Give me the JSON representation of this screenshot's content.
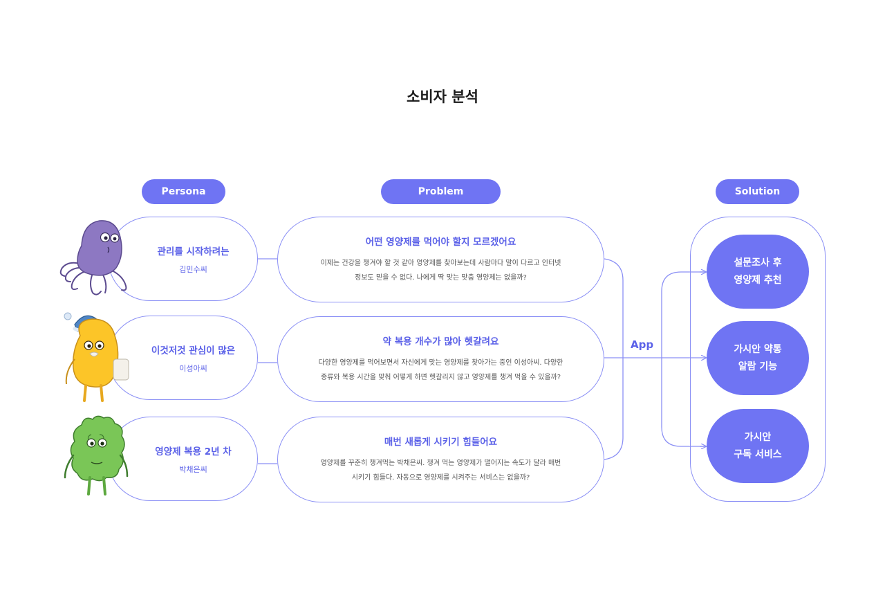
{
  "page_title": "소비자 분석",
  "columns": {
    "persona": "Persona",
    "problem": "Problem",
    "solution": "Solution"
  },
  "personas": [
    {
      "title": "관리를 시작하려는",
      "name": "김민수씨",
      "character": "purple-blob-character",
      "color": "#8d78c2"
    },
    {
      "title": "이것저것 관심이 많은",
      "name": "이성아씨",
      "character": "yellow-nightcap-character",
      "color": "#fcc528"
    },
    {
      "title": "영양제 복용 2년 차",
      "name": "박채은씨",
      "character": "green-fuzzy-character",
      "color": "#7ac657"
    }
  ],
  "problems": [
    {
      "title": "어떤 영양제를 먹어야 할지 모르겠어요",
      "line1": "이제는 건강을 챙겨야 할 것 같아 영양제를 찾아보는데 사람마다 말이 다르고 인터넷",
      "line2": "정보도 믿을 수 없다. 나에게 딱 맞는 맞춤 영양제는 없을까?"
    },
    {
      "title": "약 복용 개수가 많아 헷갈려요",
      "line1": "다양한 영양제를 먹어보면서 자신에게 맞는 영양제를 찾아가는 중인 이성아씨. 다양한",
      "line2": "종류와 복용 시간을 맞춰 어떻게 하면 헷갈리지 않고 영양제를 챙겨 먹을 수 있을까?"
    },
    {
      "title": "매번 새롭게 시키기 힘들어요",
      "line1": "영양제를 꾸준히 챙겨먹는 박채은씨. 챙겨 먹는 영양제가 떨어지는 속도가 달라 매번",
      "line2": "시키기 힘들다. 자동으로 영양제를 시켜주는 서비스는 없을까?"
    }
  ],
  "connector_label": "App",
  "solutions": [
    {
      "line1": "설문조사 후",
      "line2": "영양제 추천"
    },
    {
      "line1": "가시안 약통",
      "line2": "알람  기능"
    },
    {
      "line1": "가시안",
      "line2": "구독 서비스"
    }
  ],
  "colors": {
    "accent": "#6f74f3",
    "accent_text": "#5b61e8",
    "outline": "#8a8ff5"
  }
}
